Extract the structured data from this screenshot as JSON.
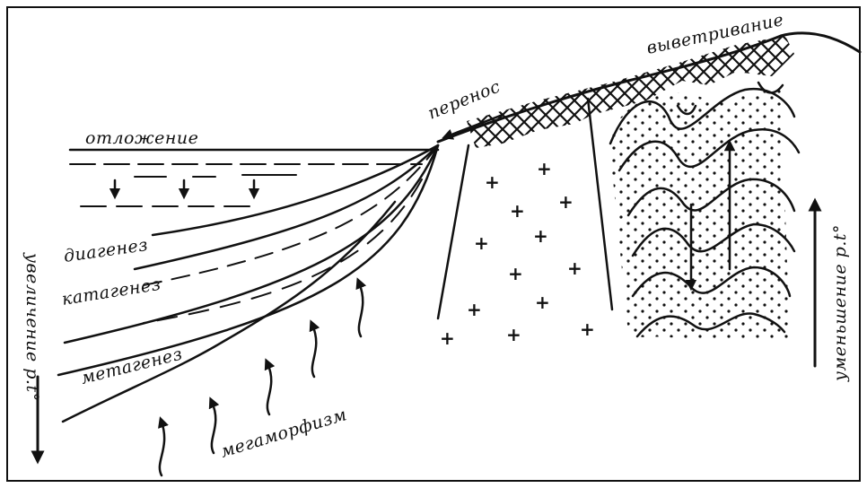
{
  "labels": {
    "deposition": "отложение",
    "transport": "перенос",
    "weathering": "выветривание",
    "diagenesis": "диагенез",
    "catagenesis": "катагенез",
    "metagenesis": "метагенез",
    "metamorphism": "мегаморфизм",
    "increase_pt": "увеличение р.t°",
    "decrease_pt": "уменьшение р.t°"
  },
  "icons": {
    "down_arrow": "arrow-down-icon",
    "up_arrow": "arrow-up-icon",
    "wavy_arrow": "wavy-up-arrow-icon",
    "plus": "plus-sign-icon"
  },
  "colors": {
    "ink": "#111111",
    "background": "#ffffff"
  }
}
